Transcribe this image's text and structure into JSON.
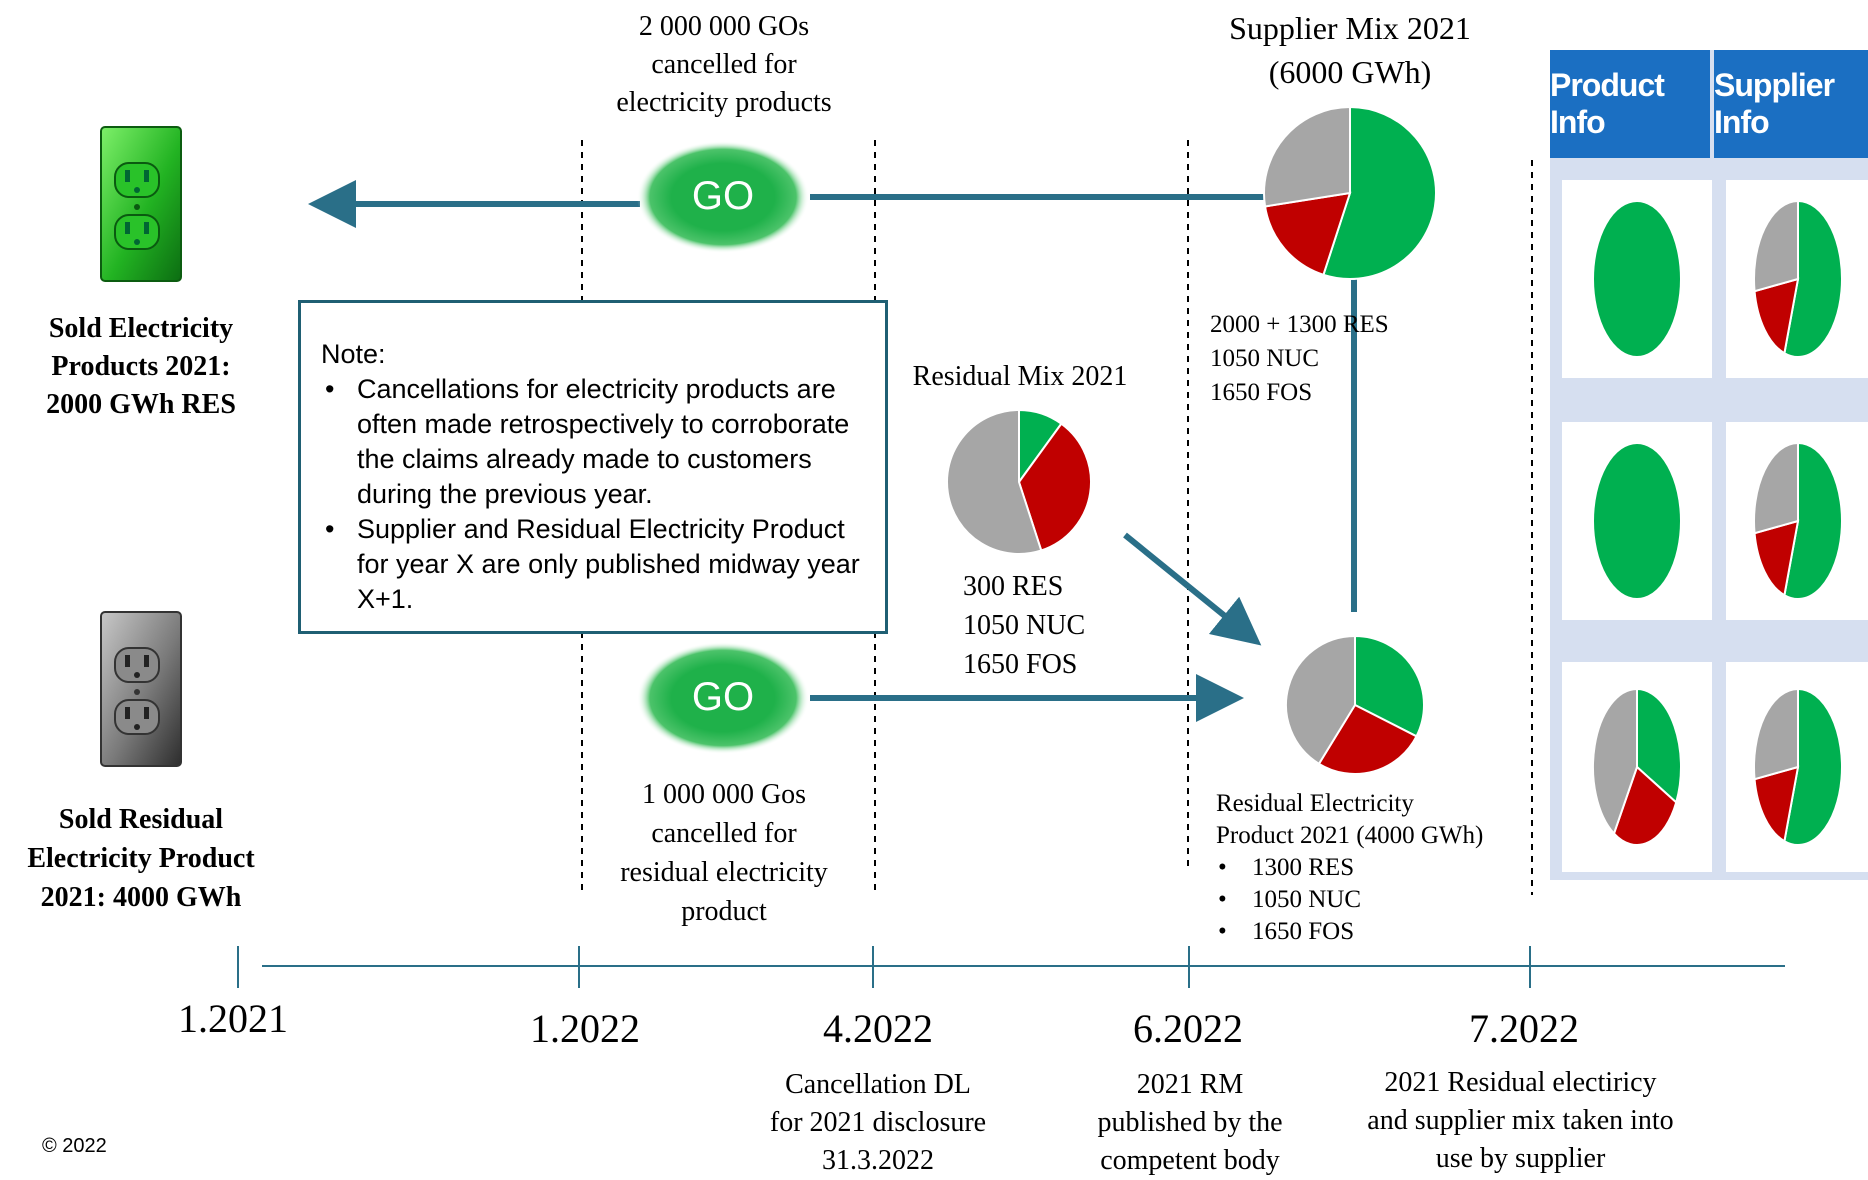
{
  "copyright": "© 2022",
  "products_label": {
    "line1": "Sold Electricity",
    "line2": "Products 2021:",
    "line3": "2000 GWh RES"
  },
  "residual_label": {
    "line1": "Sold Residual",
    "line2": "Electricity Product",
    "line3": "2021: 4000 GWh"
  },
  "go_top": {
    "badge": "GO",
    "line1": "2 000 000 GOs",
    "line2": "cancelled for",
    "line3": "electricity products"
  },
  "go_bottom": {
    "badge": "GO",
    "line1": "1 000 000 Gos",
    "line2": "cancelled for",
    "line3": "residual electricity",
    "line4": "product"
  },
  "note": {
    "title": "Note:",
    "items": [
      "Cancellations for electricity products are often made retrospectively to corroborate the claims already made to customers during the previous year.",
      "Supplier and Residual Electricity Product for year X are only published midway year X+1."
    ]
  },
  "residual_mix": {
    "title": "Residual Mix 2021",
    "line1": "300 RES",
    "line2": "1050 NUC",
    "line3": "1650 FOS",
    "res": 300,
    "nuc": 1050,
    "fos": 1650
  },
  "supplier_mix": {
    "title1": "Supplier Mix 2021",
    "title2": "(6000 GWh)",
    "line1": "2000 + 1300 RES",
    "line2": "1050 NUC",
    "line3": "1650 FOS",
    "res": 3300,
    "nuc": 1050,
    "fos": 1650
  },
  "residual_product": {
    "title1": "Residual Electricity",
    "title2": "Product 2021 (4000 GWh)",
    "items": [
      "1300 RES",
      "1050 NUC",
      "1650 FOS"
    ],
    "res": 1300,
    "nuc": 1050,
    "fos": 1650
  },
  "timeline": [
    {
      "date": "1.2021",
      "desc": []
    },
    {
      "date": "1.2022",
      "desc": []
    },
    {
      "date": "4.2022",
      "desc": [
        "Cancellation DL",
        "for 2021 disclosure",
        "31.3.2022"
      ]
    },
    {
      "date": "6.2022",
      "desc": [
        "2021 RM",
        "published by the",
        "competent body"
      ]
    },
    {
      "date": "7.2022",
      "desc": [
        "2021 Residual electiricy",
        "and supplier mix taken into",
        "use by supplier"
      ]
    }
  ],
  "info_table": {
    "header_product": "Product Info",
    "header_supplier": "Supplier Info"
  },
  "colors": {
    "res": "#00b050",
    "nuc": "#c00000",
    "fos": "#a6a6a6",
    "arrow": "#2a6f88",
    "header": "#1b6fc2",
    "table_bg": "#d6dff0"
  }
}
